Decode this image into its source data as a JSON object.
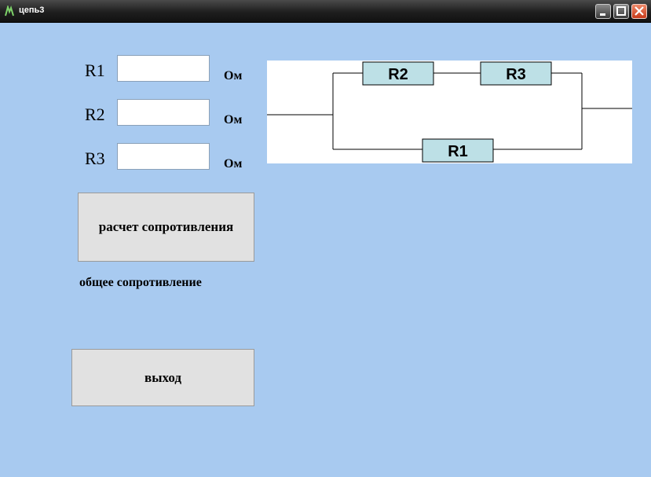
{
  "window": {
    "title": "цепь3"
  },
  "inputs": [
    {
      "label": "R1",
      "value": "",
      "unit": "Ом"
    },
    {
      "label": "R2",
      "value": "",
      "unit": "Ом"
    },
    {
      "label": "R3",
      "value": "",
      "unit": "Ом"
    }
  ],
  "buttons": {
    "calculate": "расчет сопротивления",
    "exit": "выход"
  },
  "result": {
    "label": "общее сопротивление"
  },
  "circuit": {
    "r1": "R1",
    "r2": "R2",
    "r3": "R3"
  },
  "colors": {
    "background": "#a8caf0",
    "resistor_fill": "#bde0e6",
    "button_face": "#e1e1e1"
  }
}
